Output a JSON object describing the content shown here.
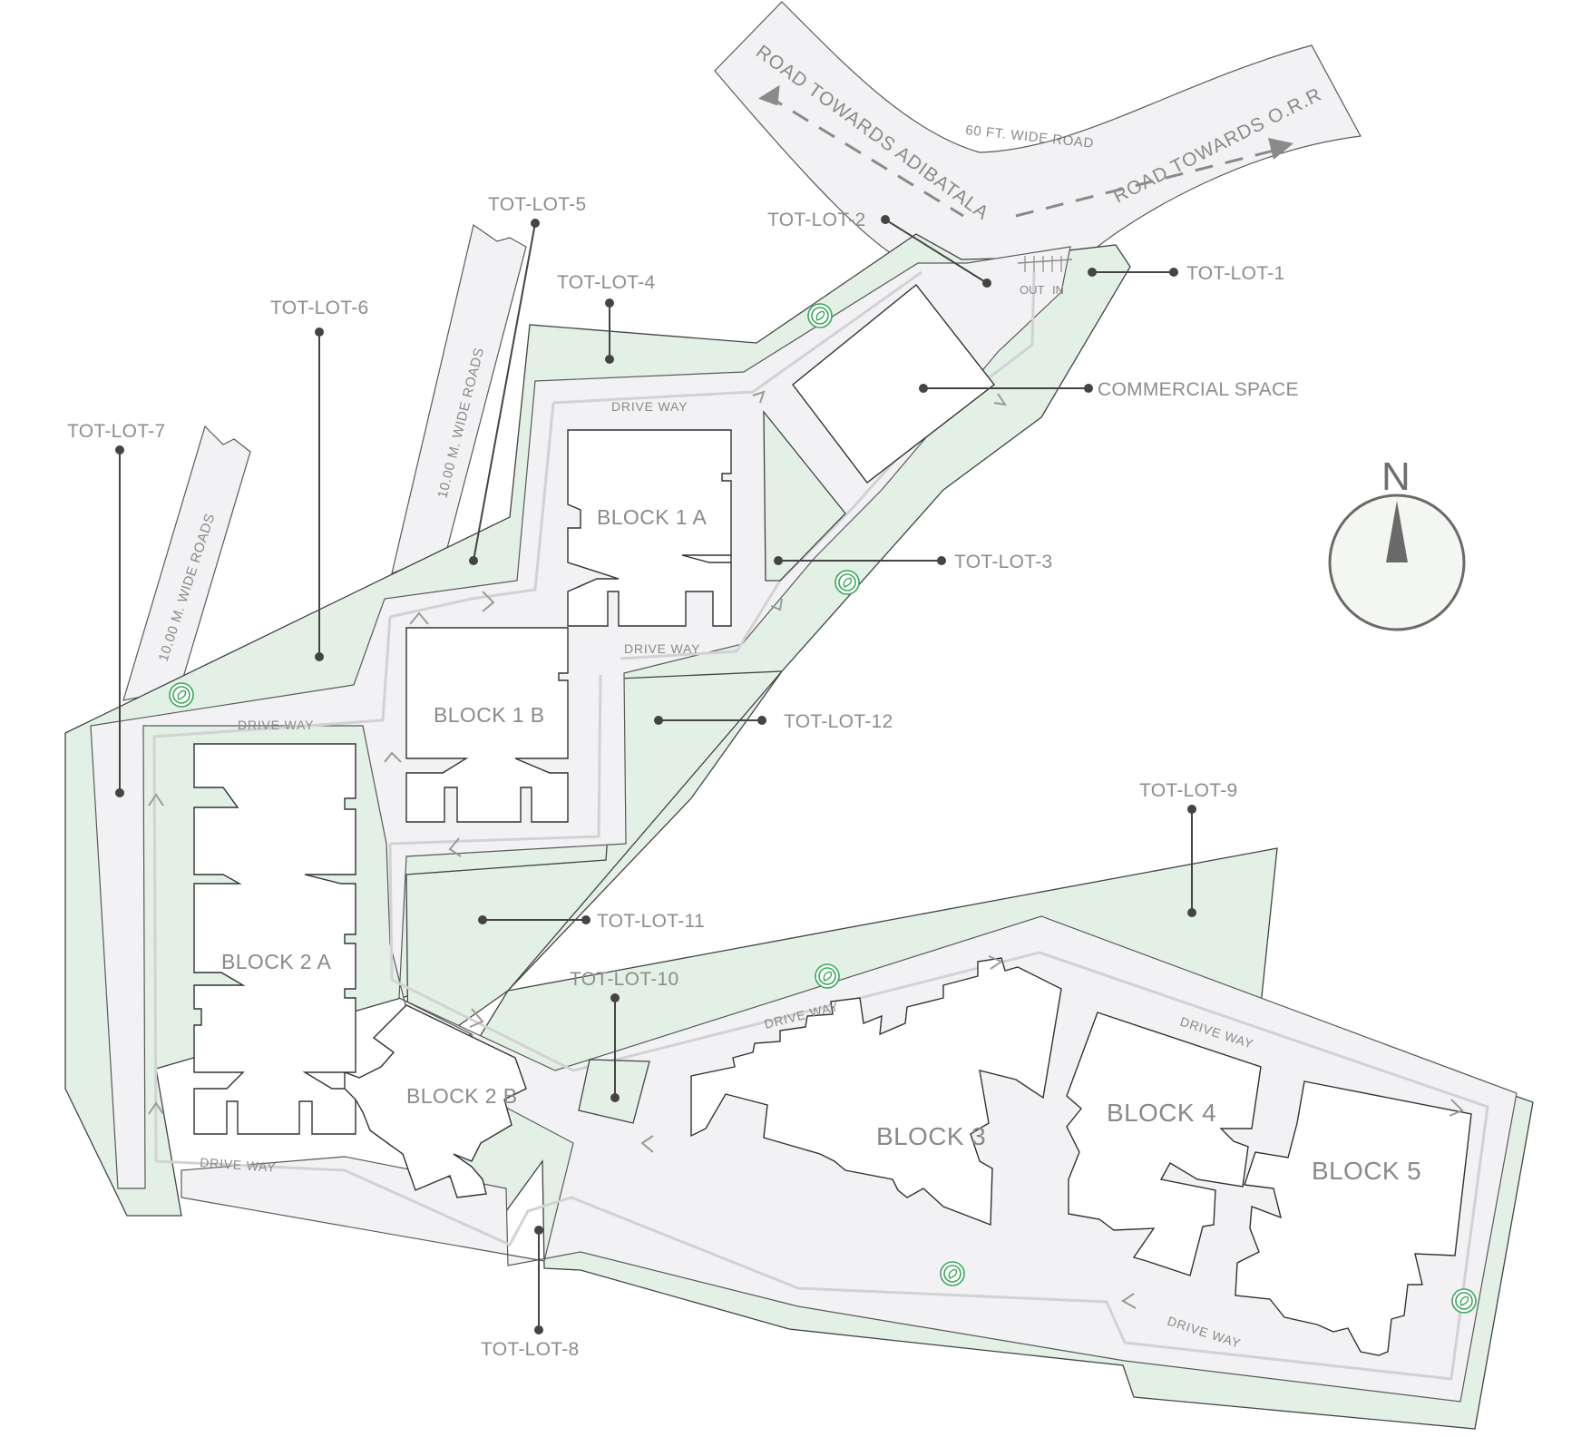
{
  "roads": {
    "main_road_width": "60 FT. WIDE ROAD",
    "towards_left": "ROAD TOWARDS ADIBATALA",
    "towards_right": "ROAD TOWARDS O.R.R",
    "side_road_1": "10.00 M. WIDE ROADS",
    "side_road_2": "10.00 M. WIDE ROADS",
    "gate_out": "OUT",
    "gate_in": "IN"
  },
  "drive_way_label": "DRIVE WAY",
  "blocks": {
    "block_1a": "BLOCK 1 A",
    "block_1b": "BLOCK 1 B",
    "block_2a": "BLOCK 2 A",
    "block_2b": "BLOCK 2 B",
    "block_3": "BLOCK 3",
    "block_4": "BLOCK 4",
    "block_5": "BLOCK 5"
  },
  "tot_lots": {
    "tot_lot_1": "TOT-LOT-1",
    "tot_lot_2": "TOT-LOT-2",
    "tot_lot_3": "TOT-LOT-3",
    "tot_lot_4": "TOT-LOT-4",
    "tot_lot_5": "TOT-LOT-5",
    "tot_lot_6": "TOT-LOT-6",
    "tot_lot_7": "TOT-LOT-7",
    "tot_lot_8": "TOT-LOT-8",
    "tot_lot_9": "TOT-LOT-9",
    "tot_lot_10": "TOT-LOT-10",
    "tot_lot_11": "TOT-LOT-11",
    "tot_lot_12": "TOT-LOT-12"
  },
  "commercial_space": "COMMERCIAL SPACE",
  "compass": {
    "north_label": "N"
  },
  "colors": {
    "green_area": "#e2f0e6",
    "paved_area": "#f2f2f4",
    "tree_icon": "#3ba75b",
    "label_text": "#8d8d8d"
  },
  "icons": [
    "tree-icon",
    "compass-icon",
    "direction-arrow-icon"
  ]
}
